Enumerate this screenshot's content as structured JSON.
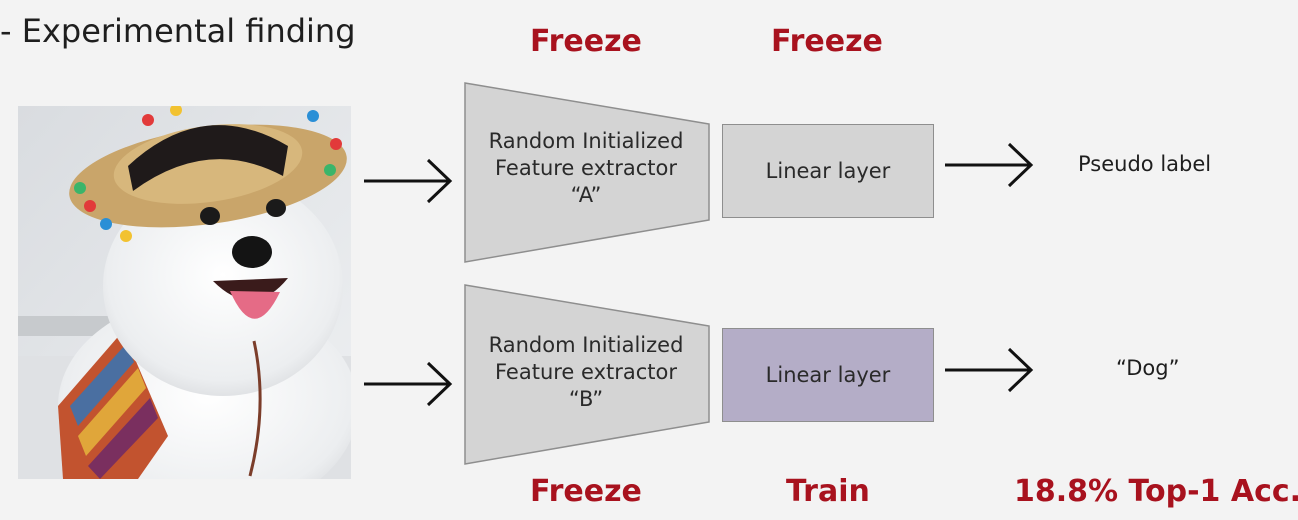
{
  "heading": "- Experimental finding",
  "colors": {
    "label_red": "#a8121e",
    "trapezoid_fill": "#d4d4d4",
    "frozen_box_fill": "#d4d4d4",
    "trained_box_fill": "#b4adc7"
  },
  "top_row": {
    "extractor_stage": "Freeze",
    "linear_stage": "Freeze",
    "extractor_lines": [
      "Random Initialized",
      "Feature extractor",
      "“A”"
    ],
    "linear_label": "Linear layer",
    "output": "Pseudo label"
  },
  "bottom_row": {
    "extractor_stage": "Freeze",
    "linear_stage": "Train",
    "extractor_lines": [
      "Random Initialized",
      "Feature extractor",
      "“B”"
    ],
    "linear_label": "Linear layer",
    "output": "“Dog”",
    "accuracy": "18.8% Top-1 Acc."
  },
  "image": {
    "subject": "white samoyed dog wearing a straw sombrero with colorful pom-poms and a striped serape"
  }
}
